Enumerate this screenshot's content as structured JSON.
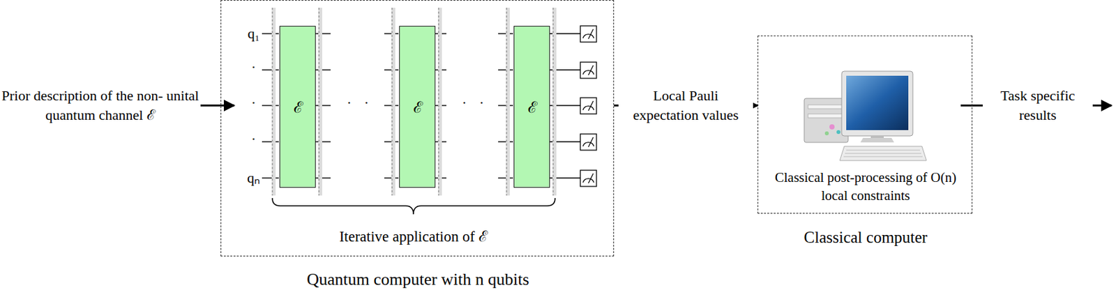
{
  "diagram": {
    "nodes": [
      {
        "text": [
          "Quantum computer with n qubits"
        ]
      },
      {
        "text": [
          "ℰ"
        ],
        "in": 0
      },
      {
        "text": [
          "ℰ"
        ],
        "in": 0
      },
      {
        "text": [
          "ℰ"
        ],
        "in": 0
      },
      {
        "text": [
          "Classical post-processing of O(n) local constraints",
          "Classical computer"
        ]
      }
    ],
    "edges": [
      {
        "from": 0,
        "to": 4,
        "label": "Local Pauli expectation values",
        "arrow": "to"
      }
    ],
    "labels": [
      "Prior description of the non- unital quantum channel ℰ",
      "q₁",
      "·",
      "·",
      "·",
      "qₙ",
      "· ·",
      "· ·",
      "Iterative application of ℰ",
      "Task specific results"
    ]
  }
}
